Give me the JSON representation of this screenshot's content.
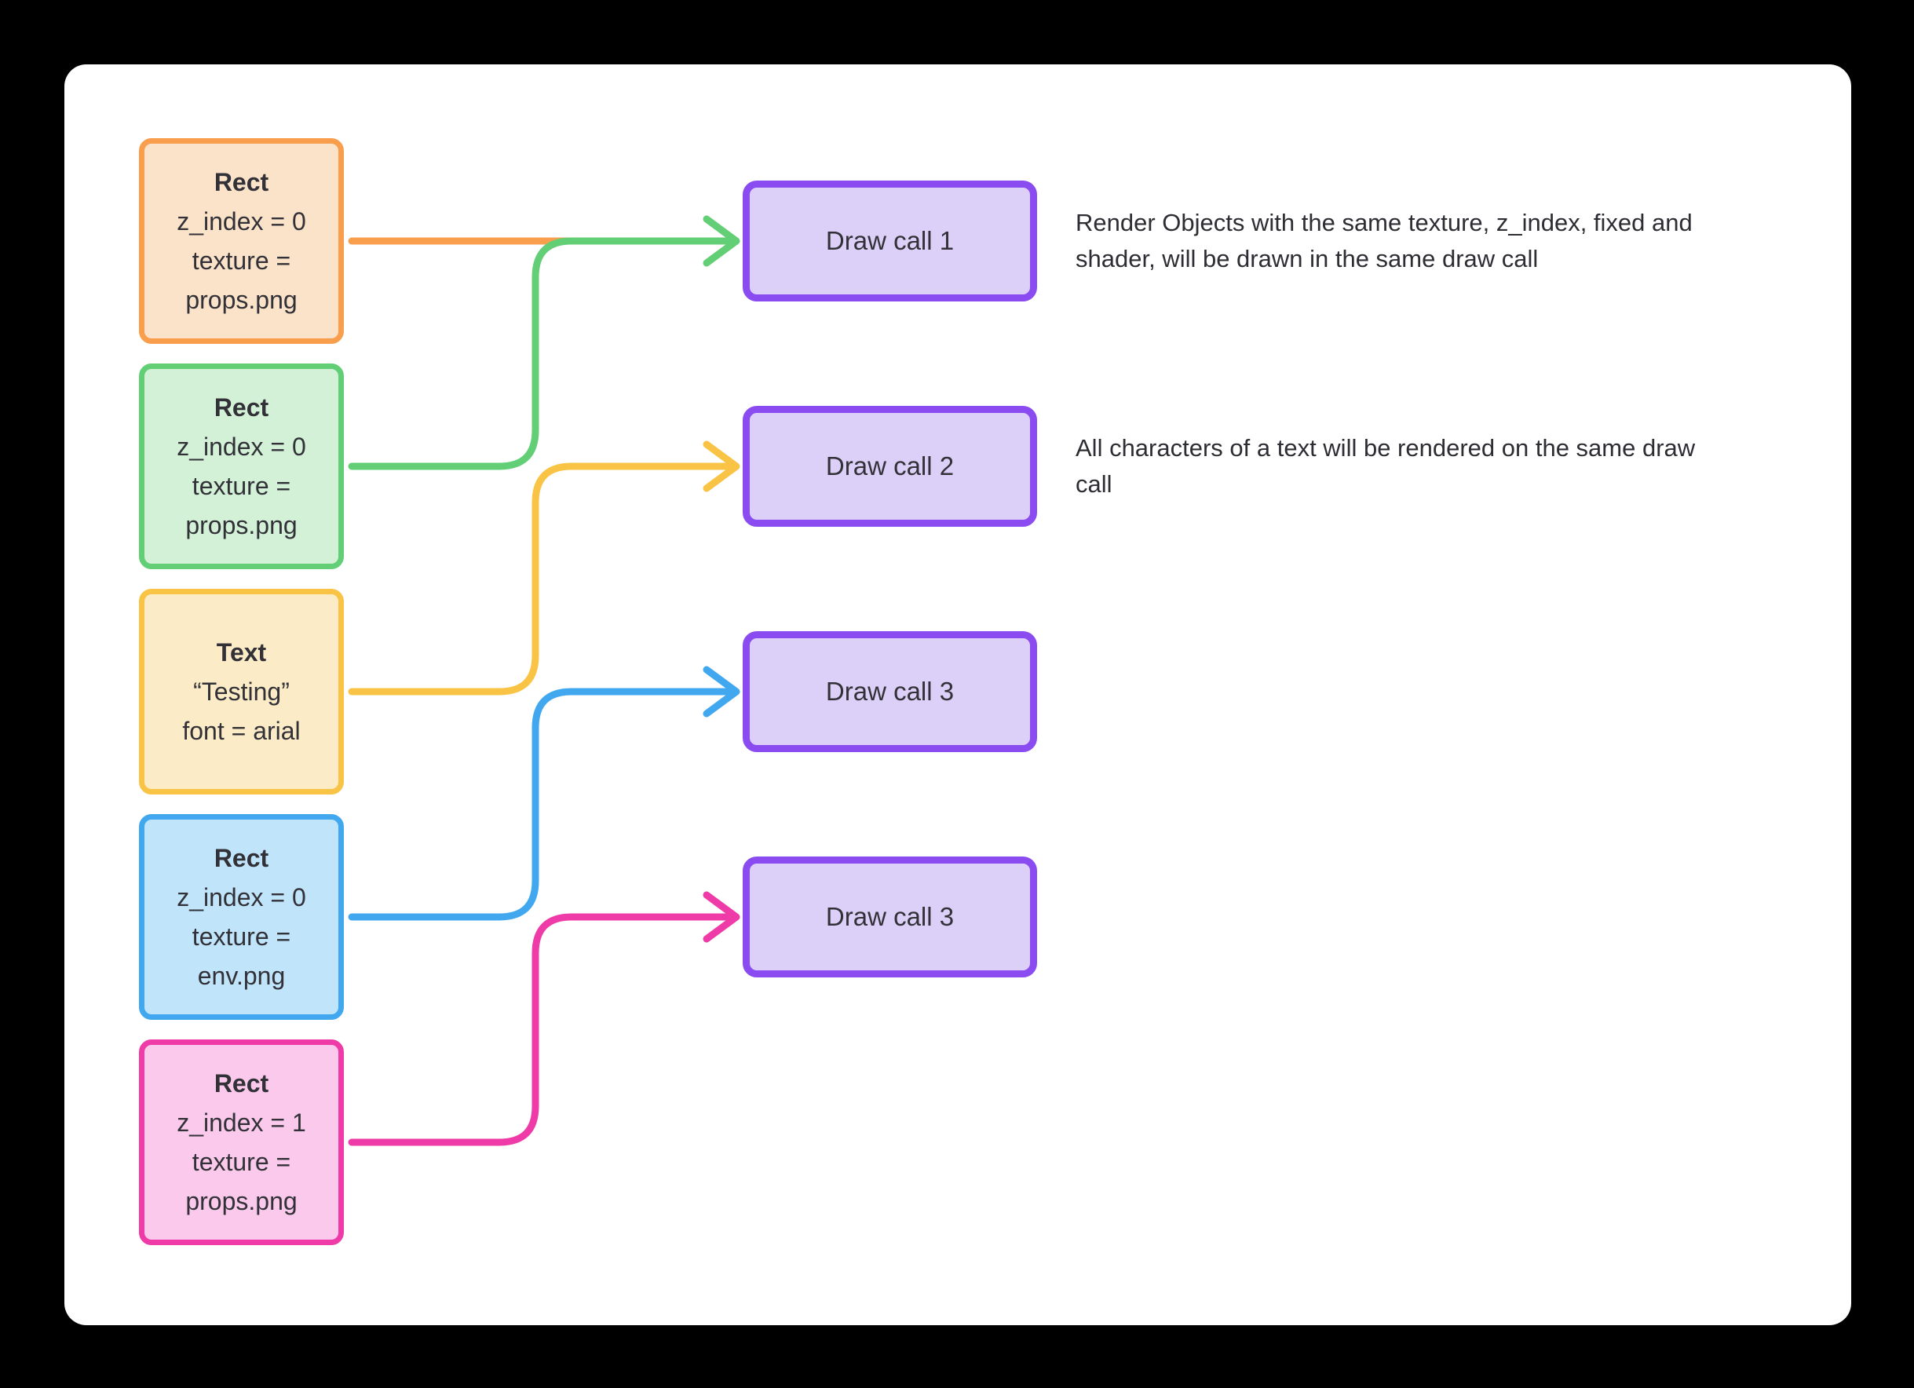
{
  "theme": {
    "background": "#000000",
    "card_background": "#ffffff",
    "text_color": "#313137",
    "purple_border": "#8A4BF0",
    "purple_fill": "#DDD0F8"
  },
  "source_boxes": [
    {
      "name": "orange",
      "title": "Rect",
      "lines": [
        "z_index = 0",
        "texture =",
        "props.png"
      ],
      "border": "#F89E4C",
      "fill": "#FBE3C9"
    },
    {
      "name": "green",
      "title": "Rect",
      "lines": [
        "z_index = 0",
        "texture =",
        "props.png"
      ],
      "border": "#62CE75",
      "fill": "#D2F1D7"
    },
    {
      "name": "yellow",
      "title": "Text",
      "lines": [
        "“Testing”",
        "font = arial"
      ],
      "border": "#F9C445",
      "fill": "#FBEBC6"
    },
    {
      "name": "blue",
      "title": "Rect",
      "lines": [
        "z_index = 0",
        "texture =",
        "env.png"
      ],
      "border": "#41A8F0",
      "fill": "#C0E4FA"
    },
    {
      "name": "pink",
      "title": "Rect",
      "lines": [
        "z_index = 1",
        "texture =",
        "props.png"
      ],
      "border": "#EF3BA7",
      "fill": "#FAC9EB"
    }
  ],
  "draw_call_boxes": [
    {
      "label": "Draw call 1"
    },
    {
      "label": "Draw call 2"
    },
    {
      "label": "Draw call 3"
    },
    {
      "label": "Draw call 3"
    }
  ],
  "connectors": [
    {
      "from": "source-1",
      "to": "draw-call-1",
      "color": "#F89E4C"
    },
    {
      "from": "source-2",
      "to": "draw-call-1",
      "color": "#62CE75"
    },
    {
      "from": "source-3",
      "to": "draw-call-2",
      "color": "#F9C445"
    },
    {
      "from": "source-4",
      "to": "draw-call-3",
      "color": "#41A8F0"
    },
    {
      "from": "source-5",
      "to": "draw-call-4",
      "color": "#EF3BA7"
    }
  ],
  "annotations": [
    {
      "lines": [
        "Render Objects with the same texture, z_index, fixed and",
        "shader, will be drawn in the same draw call"
      ]
    },
    {
      "lines": [
        "All characters of a text will be rendered on the same draw",
        "call"
      ]
    }
  ]
}
